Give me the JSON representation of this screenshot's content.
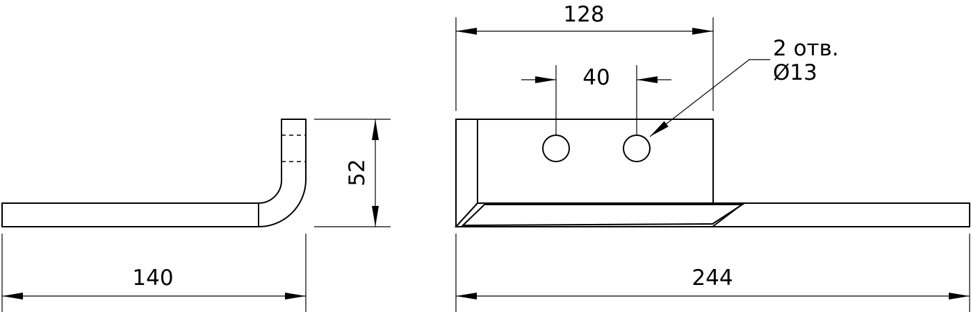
{
  "dimensions": {
    "side_length": "140",
    "side_height": "52",
    "top_width": "128",
    "hole_spacing": "40",
    "total_length": "244"
  },
  "callout": {
    "line1": "2 отв.",
    "line2": "Ø13"
  }
}
